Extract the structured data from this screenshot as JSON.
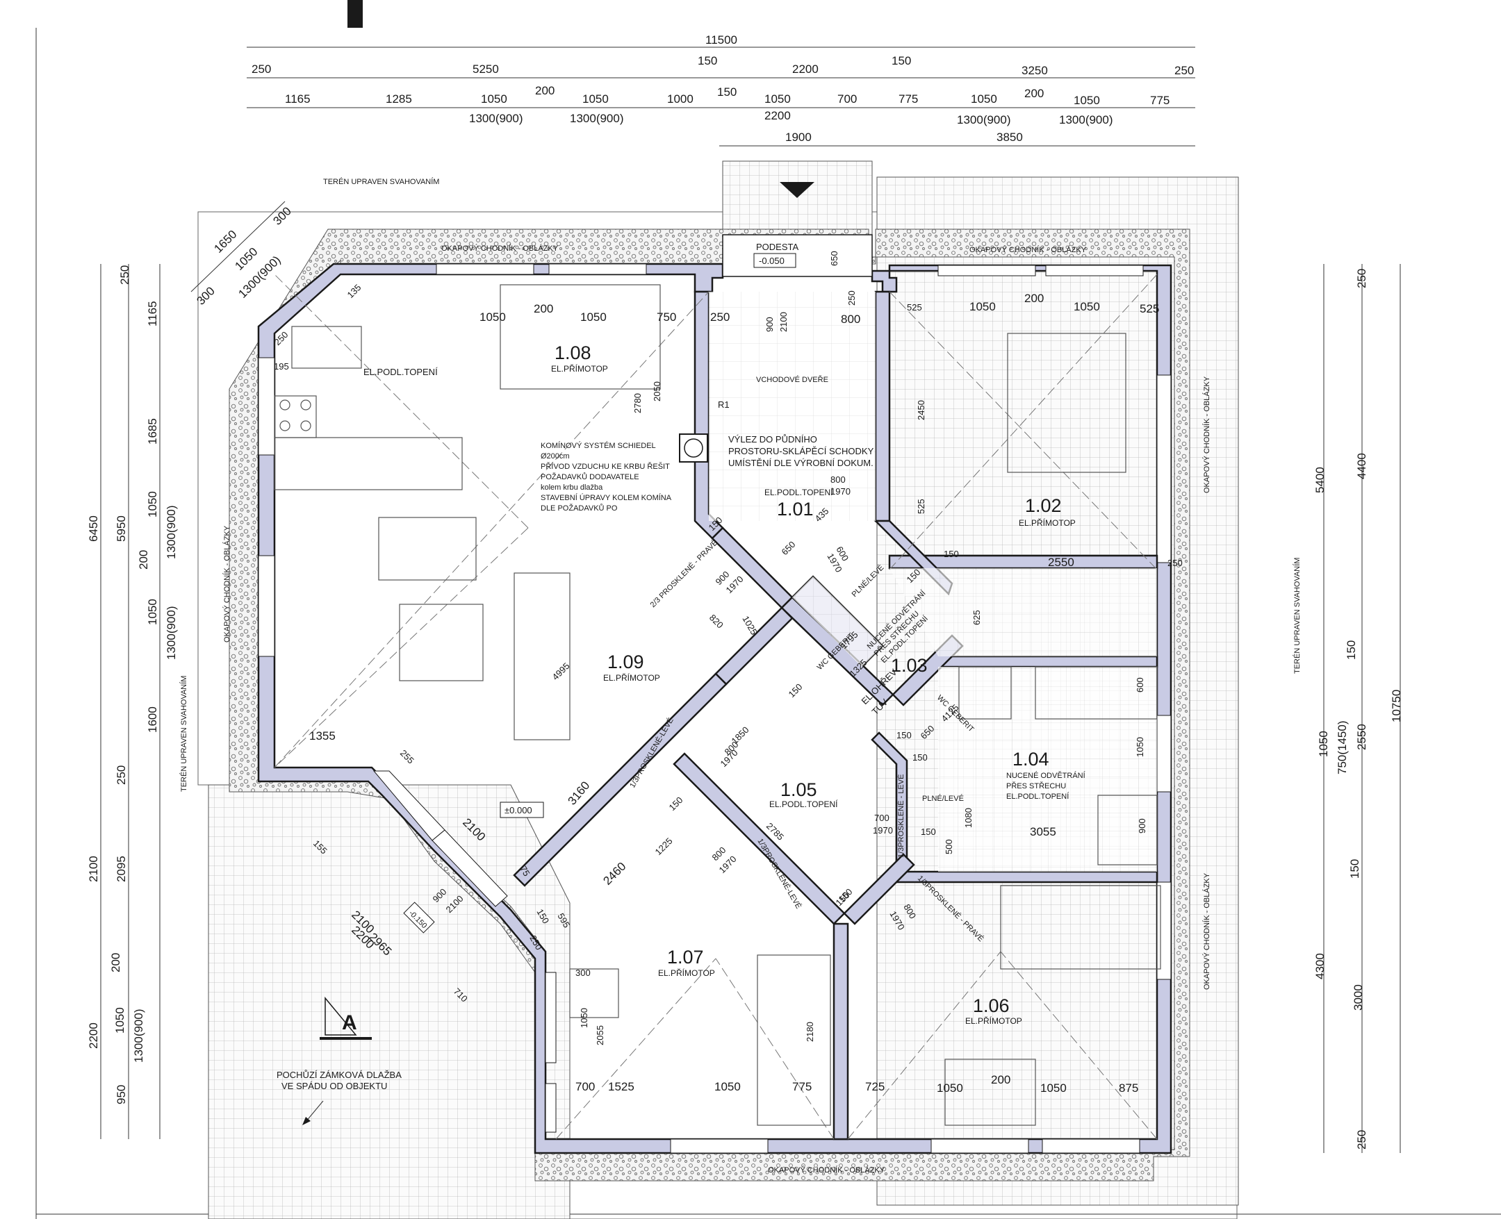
{
  "top_dims": {
    "row1": [
      "11500"
    ],
    "row2": [
      "250",
      "5250",
      "150",
      "2200",
      "150",
      "3250",
      "250"
    ],
    "row3": [
      "1165",
      "1285",
      "1050",
      "200",
      "1050",
      "1000",
      "150",
      "1050",
      "700",
      "775",
      "1050",
      "200",
      "1050",
      "775"
    ],
    "row3_sub": [
      "1300(900)",
      "1300(900)",
      "2200",
      "1300(900)",
      "1300(900)"
    ],
    "row4": [
      "1900",
      "3850"
    ]
  },
  "left_dims": {
    "outer": [
      "6450",
      "2100",
      "2200"
    ],
    "mid": [
      "5950",
      "2095",
      "950"
    ],
    "inner": [
      "250",
      "1165",
      "1685",
      "1050",
      "200",
      "1050",
      "1600",
      "250",
      "200",
      "1050"
    ],
    "sub": [
      "1300(900)",
      "1300(900)",
      "1300(900)"
    ]
  },
  "right_dims": {
    "outer": [
      "10750"
    ],
    "mid": [
      "5400",
      "4300"
    ],
    "inner": [
      "250",
      "4400",
      "150",
      "1050",
      "2550",
      "150",
      "3000",
      "250"
    ],
    "sub": [
      "750(1450)"
    ]
  },
  "diag_dims": [
    "1650",
    "1050",
    "300",
    "300",
    "1300(900)",
    "135",
    "250",
    "195"
  ],
  "labels": {
    "teren_top": "TERÉN UPRAVEN SVAHOVANÍM",
    "teren_left": "TERÉN UPRAVEN SVAHOVANÍM",
    "teren_right": "TERÉN UPRAVEN SVAHOVANÍM",
    "chodnik_top_left": "OKAPOVÝ CHODNÍK - OBLÁZKY",
    "chodnik_top_right": "OKAPOVÝ CHODNÍK - OBLÁZKY",
    "chodnik_left": "OKAPOVÝ CHODNÍK - OBLÁZKY",
    "chodnik_right_top": "OKAPOVÝ CHODNÍK - OBLÁZKY",
    "chodnik_right_bottom": "OKAPOVÝ CHODNÍK - OBLÁZKY",
    "chodnik_bottom": "OKAPOVÝ CHODNÍK - OBLÁZKY",
    "podesta": "PODESTA",
    "podesta_level": "-0.050",
    "vchodove_dvere": "VCHODOVÉ DVEŘE",
    "r1": "R1",
    "vylez1": "VÝLEZ DO PŮDNÍHO",
    "vylez2": "PROSTORU-SKLÁPĚCÍ SCHODKY",
    "vylez3": "UMÍSTĚNÍ DLE VÝROBNÍ DOKUM.",
    "komin1": "KOMÍNOVÝ SYSTÉM SCHIEDEL",
    "komin2": "Ø200cm",
    "komin3": "PŘÍVOD VZDUCHU KE KRBU ŘEŠIT",
    "komin4": "POŽADAVKŮ DODAVATELE",
    "komin5": "kolem krbu dlažba",
    "komin6": "STAVEBNÍ ÚPRAVY KOLEM KOMÍNA",
    "komin7": "DLE POŽADAVKŮ PO",
    "el_podl_topeni_108": "EL.PODL.TOPENÍ",
    "level_000": "±0.000",
    "level_150": "-0.150",
    "pochozi1": "POCHŮZÍ ZÁMKOVÁ DLAŽBA",
    "pochozi2": "VE SPÁDU OD OBJEKTU",
    "section_mark": "A",
    "wc_geberit_1": "WC GEBERIT",
    "wc_geberit_2": "WC GEBERIT",
    "plne_leve_1": "PLNÉ/LEVÉ",
    "plne_leve_2": "PLNÉ/LEVÉ",
    "nucene_103_1": "NUCENÉ ODVĚTRÁNÍ",
    "nucene_103_2": "PŘES STŘECHU",
    "nucene_103_3": "EL.PODL.TOPENÍ",
    "el_ohrev1": "EL.OHŘEV",
    "el_ohrev2": "TUV",
    "nucene_104_1": "NUCENÉ ODVĚTRÁNÍ",
    "nucene_104_2": "PŘES STŘECHU",
    "nucene_104_3": "EL.PODL.TOPENÍ",
    "prosklene_23_prave": "2/3 PROSKLENÉ - PRAVÉ",
    "prosklene_13_leve_a": "1/3PROSKLENÉ-LEVÉ",
    "prosklene_13_leve_b": "1/3PROSKLENÉ-LEVÉ",
    "prosklene_13_leve_c": "1/3PROSKLENÉ - LEVÉ",
    "prosklene_13_prave": "1/3PROSKLENÉ - PRAVÉ"
  },
  "rooms": [
    {
      "id": "1.01",
      "sub": "EL.PODL.TOPENÍ"
    },
    {
      "id": "1.02",
      "sub": "EL.PŘÍMOTOP"
    },
    {
      "id": "1.03",
      "sub": ""
    },
    {
      "id": "1.04",
      "sub": ""
    },
    {
      "id": "1.05",
      "sub": "EL.PODL.TOPENÍ"
    },
    {
      "id": "1.06",
      "sub": "EL.PŘÍMOTOP"
    },
    {
      "id": "1.07",
      "sub": "EL.PŘÍMOTOP"
    },
    {
      "id": "1.08",
      "sub": "EL.PŘÍMOTOP"
    },
    {
      "id": "1.09",
      "sub": "EL.PŘÍMOTOP"
    }
  ],
  "inner_dims": [
    "1050",
    "200",
    "1050",
    "750",
    "250",
    "900",
    "2100",
    "800",
    "2050",
    "2780",
    "650",
    "250",
    "525",
    "1050",
    "200",
    "1050",
    "525",
    "2450",
    "800",
    "1970",
    "525",
    "150",
    "2550",
    "250",
    "625",
    "150",
    "900",
    "1970",
    "820",
    "1025",
    "650",
    "435",
    "600",
    "1970",
    "1795",
    "150",
    "1325",
    "4995",
    "1355",
    "255",
    "150",
    "1850",
    "800",
    "1970",
    "600",
    "1050",
    "4125",
    "650",
    "150",
    "150",
    "3160",
    "2100",
    "1225",
    "2460",
    "150",
    "2785",
    "700",
    "1970",
    "150",
    "500",
    "1080",
    "3055",
    "900",
    "1970",
    "800",
    "150",
    "150",
    "800",
    "1970",
    "1050",
    "2055",
    "300",
    "2180",
    "700",
    "1525",
    "1050",
    "775",
    "725",
    "1050",
    "200",
    "1050",
    "875",
    "595",
    "150",
    "250",
    "75",
    "900",
    "2100",
    "2100",
    "2200",
    "2965",
    "710",
    "155"
  ]
}
